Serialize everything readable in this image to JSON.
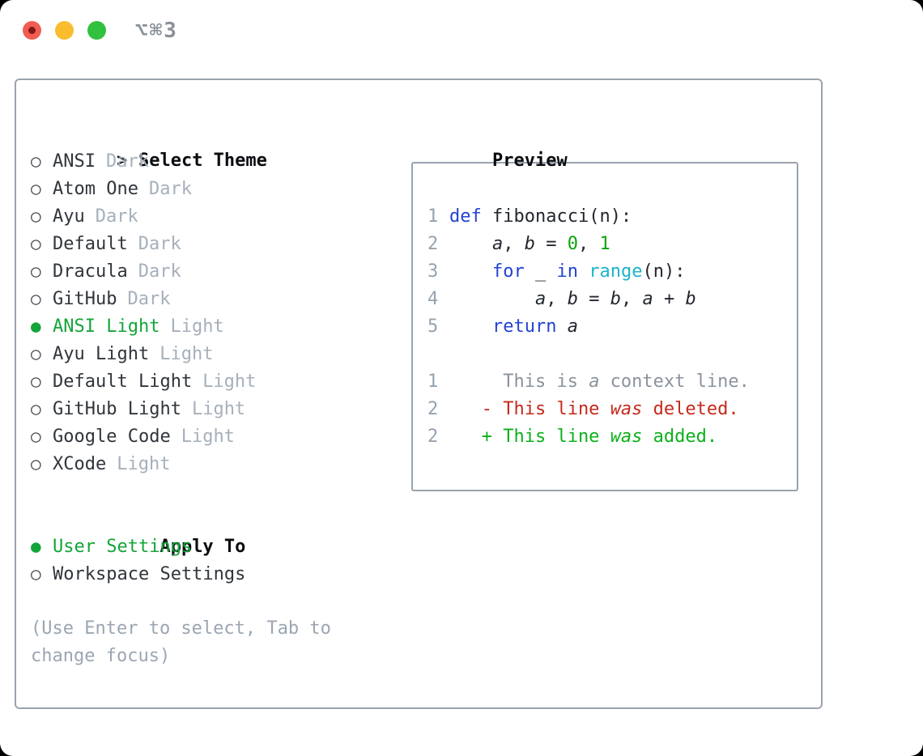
{
  "window": {
    "title_shortcut": "⌥⌘3",
    "traffic_lights": [
      {
        "name": "close",
        "color": "#f35c52"
      },
      {
        "name": "minimize",
        "color": "#f9bd2e"
      },
      {
        "name": "zoom",
        "color": "#31c13f"
      }
    ]
  },
  "icons": {
    "radio_on": "●",
    "radio_off": "○"
  },
  "theme_picker": {
    "cursor": ">",
    "header": "Select Theme",
    "themes": [
      {
        "name": "ANSI",
        "variant": "Dark",
        "selected": false
      },
      {
        "name": "Atom One",
        "variant": "Dark",
        "selected": false
      },
      {
        "name": "Ayu",
        "variant": "Dark",
        "selected": false
      },
      {
        "name": "Default",
        "variant": "Dark",
        "selected": false
      },
      {
        "name": "Dracula",
        "variant": "Dark",
        "selected": false
      },
      {
        "name": "GitHub",
        "variant": "Dark",
        "selected": false
      },
      {
        "name": "ANSI Light",
        "variant": "Light",
        "selected": true
      },
      {
        "name": "Ayu Light",
        "variant": "Light",
        "selected": false
      },
      {
        "name": "Default Light",
        "variant": "Light",
        "selected": false
      },
      {
        "name": "GitHub Light",
        "variant": "Light",
        "selected": false
      },
      {
        "name": "Google Code",
        "variant": "Light",
        "selected": false
      },
      {
        "name": "XCode",
        "variant": "Light",
        "selected": false
      }
    ],
    "apply_to": {
      "header": "Apply To",
      "options": [
        {
          "name": "User Settings",
          "selected": true
        },
        {
          "name": "Workspace Settings",
          "selected": false
        }
      ]
    },
    "help": "(Use Enter to select, Tab to change focus)"
  },
  "preview": {
    "header": "Preview",
    "lines": [
      {
        "num": "1",
        "segs": [
          {
            "t": "def",
            "c": "kw"
          },
          {
            "t": " fibonacci(n):",
            "c": "pl"
          }
        ]
      },
      {
        "num": "2",
        "segs": [
          {
            "t": "    ",
            "c": "pl"
          },
          {
            "t": "a",
            "c": "va"
          },
          {
            "t": ", ",
            "c": "pl"
          },
          {
            "t": "b",
            "c": "va"
          },
          {
            "t": " = ",
            "c": "pl"
          },
          {
            "t": "0",
            "c": "nu"
          },
          {
            "t": ", ",
            "c": "pl"
          },
          {
            "t": "1",
            "c": "nu"
          }
        ]
      },
      {
        "num": "3",
        "segs": [
          {
            "t": "    ",
            "c": "pl"
          },
          {
            "t": "for",
            "c": "kw"
          },
          {
            "t": " _ ",
            "c": "pl"
          },
          {
            "t": "in",
            "c": "kw"
          },
          {
            "t": " ",
            "c": "pl"
          },
          {
            "t": "range",
            "c": "fn"
          },
          {
            "t": "(n):",
            "c": "pl"
          }
        ]
      },
      {
        "num": "4",
        "segs": [
          {
            "t": "        ",
            "c": "pl"
          },
          {
            "t": "a",
            "c": "va"
          },
          {
            "t": ", ",
            "c": "pl"
          },
          {
            "t": "b",
            "c": "va"
          },
          {
            "t": " = ",
            "c": "pl"
          },
          {
            "t": "b",
            "c": "va"
          },
          {
            "t": ", ",
            "c": "pl"
          },
          {
            "t": "a",
            "c": "va"
          },
          {
            "t": " + ",
            "c": "pl"
          },
          {
            "t": "b",
            "c": "va"
          }
        ]
      },
      {
        "num": "5",
        "segs": [
          {
            "t": "    ",
            "c": "pl"
          },
          {
            "t": "return",
            "c": "kw"
          },
          {
            "t": " ",
            "c": "pl"
          },
          {
            "t": "a",
            "c": "va"
          }
        ]
      },
      {
        "num": "",
        "segs": []
      },
      {
        "num": "1",
        "segs": [
          {
            "t": "     This is ",
            "c": "ctx"
          },
          {
            "t": "a",
            "c": "ctxi"
          },
          {
            "t": " context line.",
            "c": "ctx"
          }
        ]
      },
      {
        "num": "2",
        "segs": [
          {
            "t": "   - This line ",
            "c": "del"
          },
          {
            "t": "was",
            "c": "deli"
          },
          {
            "t": " deleted.",
            "c": "del"
          }
        ]
      },
      {
        "num": "2",
        "segs": [
          {
            "t": "   + This line ",
            "c": "add"
          },
          {
            "t": "was",
            "c": "addi"
          },
          {
            "t": " added.",
            "c": "add"
          }
        ]
      }
    ]
  },
  "colors": {
    "accent_green": "#14a53a",
    "keyword_blue": "#2343d4",
    "function_cyan": "#1cb3c7",
    "number_green": "#0ba40b",
    "deleted_red": "#c42a1c",
    "added_green": "#0db01c",
    "context_gray": "#8b939c",
    "muted_gray": "#a6b0bb",
    "border_gray": "#9aa3ae"
  }
}
